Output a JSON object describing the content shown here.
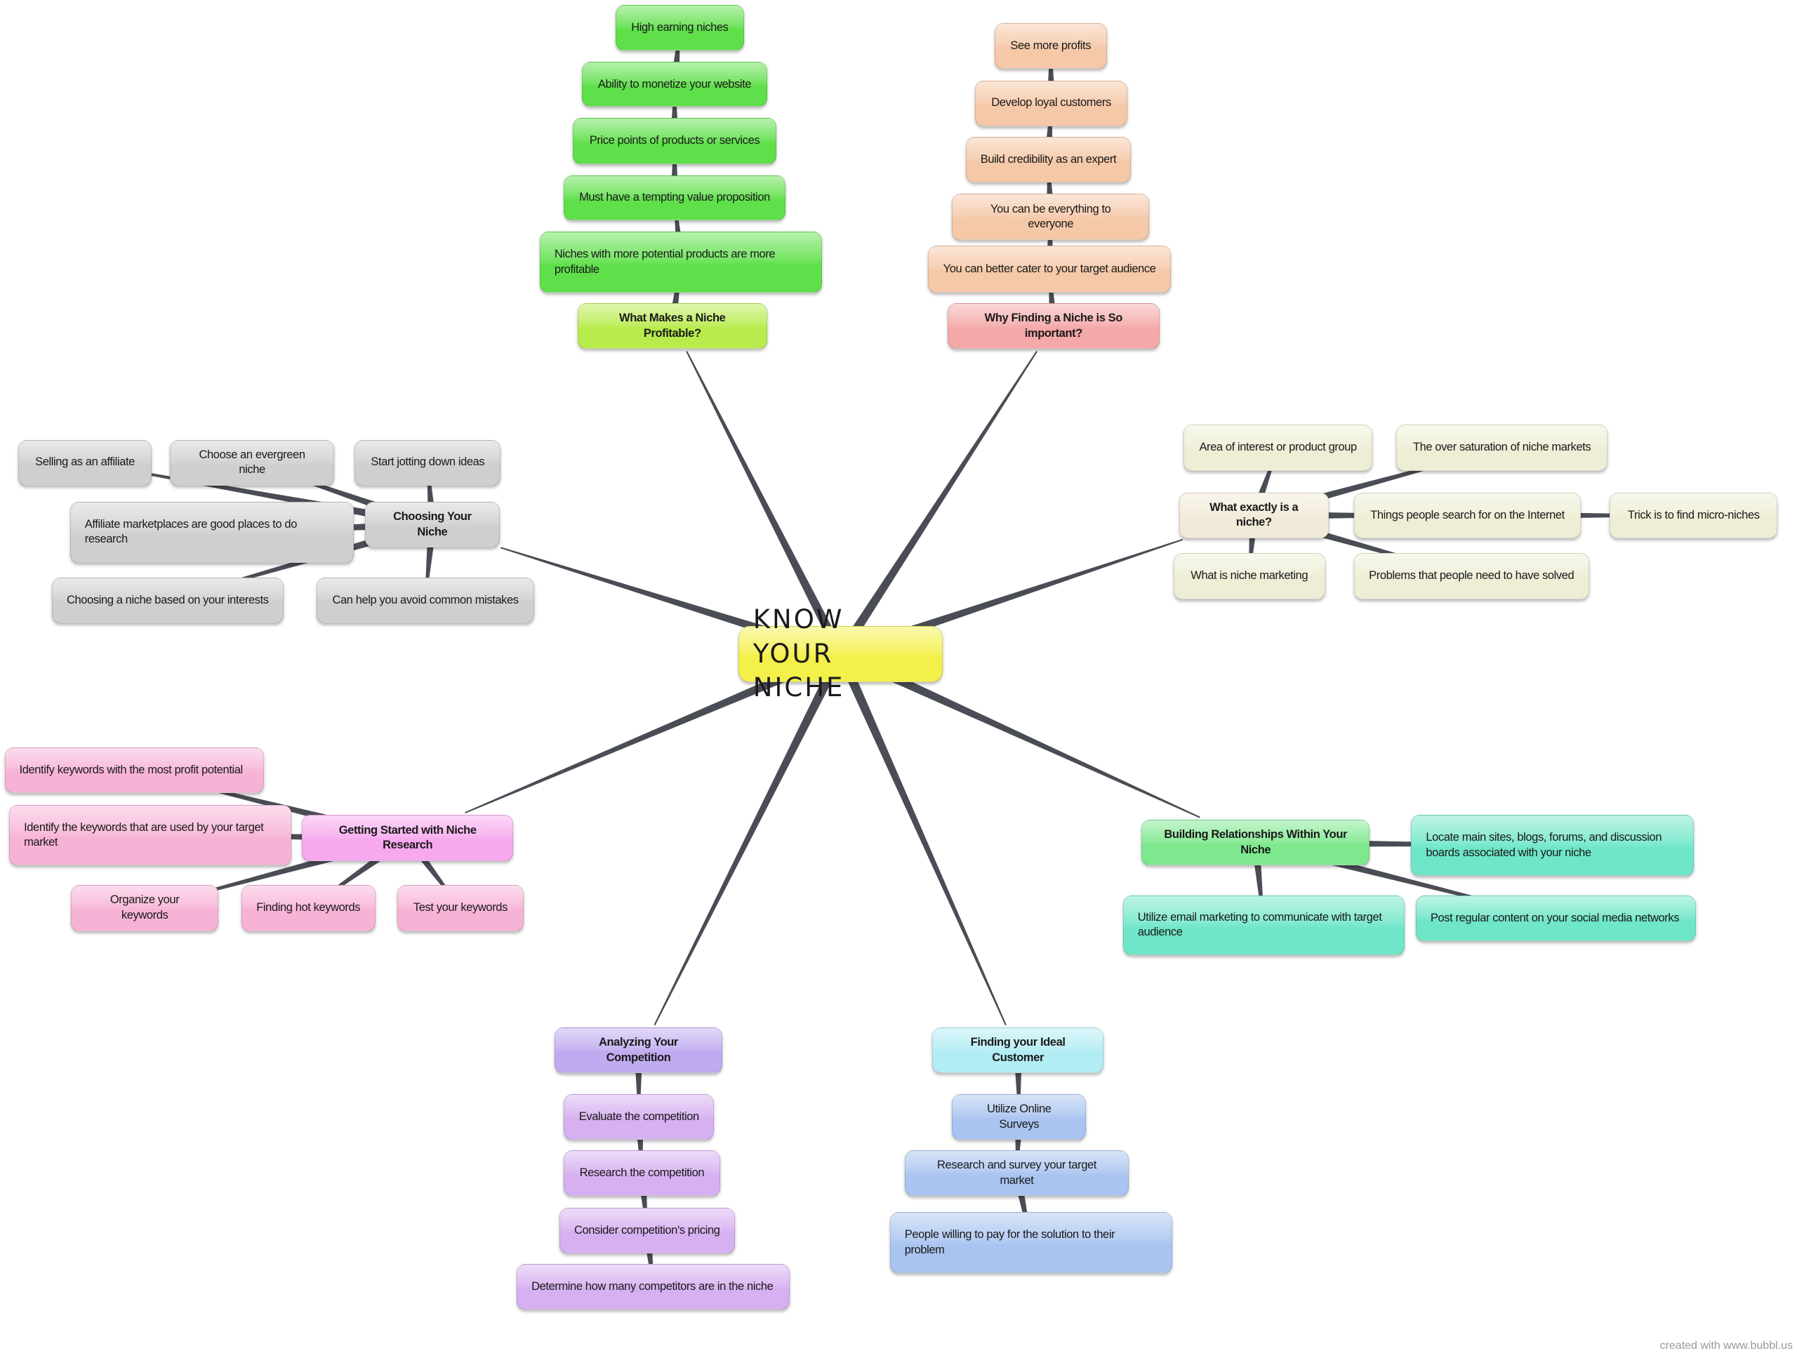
{
  "root": {
    "label": "KNOW YOUR NICHE",
    "color": "#f3f04a"
  },
  "groups": [
    {
      "id": "profitable",
      "color": "#5fe04a",
      "head_color": "#b8ec4c",
      "head": "What Makes a Niche Profitable?",
      "items": [
        "High earning niches",
        "Ability to monetize your website",
        "Price points of products or services",
        "Must have a tempting value proposition",
        "Niches with more potential products are more profitable"
      ]
    },
    {
      "id": "important",
      "color": "#f5c8a8",
      "head_color": "#f4a8a8",
      "head": "Why Finding a Niche is So important?",
      "items": [
        "See more profits",
        "Develop loyal customers",
        "Build credibility as an expert",
        "You can be everything to everyone",
        "You can better cater to your target audience"
      ]
    },
    {
      "id": "choosing",
      "color": "#cfcfcf",
      "head_color": "#cfcfcf",
      "head": "Choosing Your Niche",
      "items": [
        "Selling as an affiliate",
        "Choose an evergreen niche",
        "Start jotting down ideas",
        "Affiliate marketplaces are good places to do research",
        "Choosing a niche based on your interests",
        "Can help you avoid common mistakes"
      ]
    },
    {
      "id": "what-is",
      "color": "#eeeed6",
      "head_color": "#f2ead8",
      "head": "What exactly is a niche?",
      "items": [
        "Area of interest or product group",
        "The over saturation of niche markets",
        "Things people search for on the Internet",
        "Trick is to find micro-niches",
        "What is niche marketing",
        "Problems that people need to have solved"
      ]
    },
    {
      "id": "research",
      "color": "#f7b3d6",
      "head_color": "#f7a8ee",
      "head": "Getting Started with Niche Research",
      "items": [
        "Identify keywords with the most profit potential",
        "Identify the keywords that are used by your target market",
        "Organize your keywords",
        "Finding hot keywords",
        "Test your keywords"
      ]
    },
    {
      "id": "relationships",
      "color": "#6fe6c8",
      "head_color": "#7ee88e",
      "head": "Building Relationships Within Your Niche",
      "items": [
        "Locate main sites, blogs, forums, and discussion boards associated with your niche",
        "Utilize email marketing to communicate with target audience",
        "Post regular content on your social media networks"
      ]
    },
    {
      "id": "competition",
      "color": "#d6b0f0",
      "head_color": "#c0aaf0",
      "head": "Analyzing Your Competition",
      "items": [
        "Evaluate the competition",
        "Research the competition",
        "Consider competition's pricing",
        "Determine how many competitors are in the niche"
      ]
    },
    {
      "id": "customer",
      "color": "#a9c4f0",
      "head_color": "#b2ecf4",
      "head": "Finding your Ideal Customer",
      "items": [
        "Utilize Online Surveys",
        "Research and survey your target market",
        "People willing to pay for the solution to their problem"
      ]
    }
  ],
  "footer": "created with www.bubbl.us"
}
